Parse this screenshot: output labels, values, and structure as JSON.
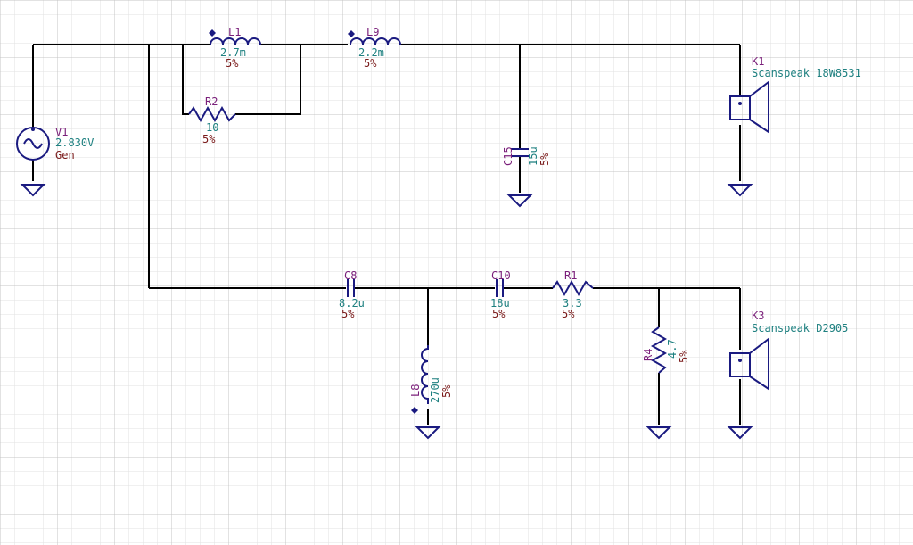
{
  "components": {
    "V1": {
      "ref": "V1",
      "value": "2.830V",
      "label": "Gen"
    },
    "L1": {
      "ref": "L1",
      "value": "2.7m",
      "tol": "5%"
    },
    "L9": {
      "ref": "L9",
      "value": "2.2m",
      "tol": "5%"
    },
    "R2": {
      "ref": "R2",
      "value": "10",
      "tol": "5%"
    },
    "C15": {
      "ref": "C15",
      "value": "15u",
      "tol": "5%"
    },
    "K1": {
      "ref": "K1",
      "model": "Scanspeak 18W8531"
    },
    "C8": {
      "ref": "C8",
      "value": "8.2u",
      "tol": "5%"
    },
    "C10": {
      "ref": "C10",
      "value": "18u",
      "tol": "5%"
    },
    "R1": {
      "ref": "R1",
      "value": "3.3",
      "tol": "5%"
    },
    "R4": {
      "ref": "R4",
      "value": "4.7",
      "tol": "5%"
    },
    "L8": {
      "ref": "L8",
      "value": "270u",
      "tol": "5%"
    },
    "K3": {
      "ref": "K3",
      "model": "Scanspeak D2905"
    }
  },
  "colors": {
    "background": "#ffffff",
    "grid_minor": "#e2e2e2",
    "grid_major": "#c4c4c4",
    "wire": "#000000",
    "symbol": "#1a1a80",
    "ref_text": "#7a1f7a",
    "value_text": "#1e8080",
    "tolerance_text": "#7a1a1a"
  }
}
